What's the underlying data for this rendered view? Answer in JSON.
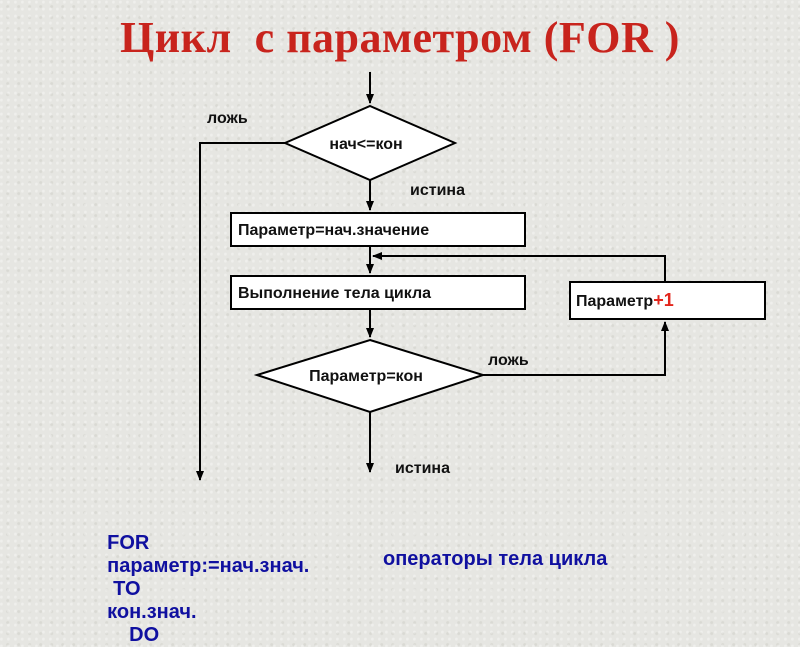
{
  "title": "Цикл  с параметром (FOR )",
  "flowchart": {
    "cond1": "нач<=кон",
    "cond1_false": "ложь",
    "cond1_true": "истина",
    "init": "Параметр=нач.значение",
    "body": "Выполнение тела цикла",
    "increment_prefix": "Параметр",
    "increment_suffix": "+1",
    "cond2": "Параметр=кон",
    "cond2_false": "ложь",
    "cond2_true": "истина"
  },
  "code": {
    "for": "FOR",
    "param": "параметр:=нач.знач.",
    "to": "TO",
    "end": "кон.знач.",
    "do": "DO",
    "body": "операторы тела цикла"
  },
  "colors": {
    "title": "#c8241d",
    "code": "#1010a0",
    "plus": "#e3261c",
    "line": "#000000",
    "box": "#ffffff"
  }
}
